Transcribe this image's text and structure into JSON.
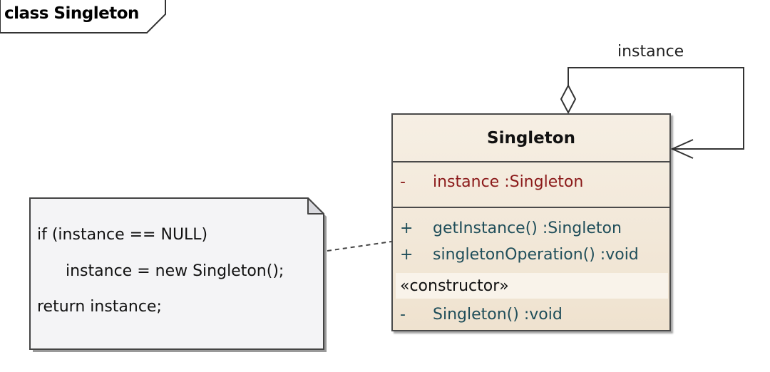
{
  "frame": {
    "label": "class Singleton"
  },
  "association": {
    "label": "instance"
  },
  "class": {
    "name": "Singleton",
    "attributes": [
      {
        "visibility": "-",
        "text": "instance  :Singleton"
      }
    ],
    "operations": [
      {
        "visibility": "+",
        "text": "getInstance()  :Singleton"
      },
      {
        "visibility": "+",
        "text": "singletonOperation()  :void"
      }
    ],
    "constructor_stereotype": "«constructor»",
    "constructors": [
      {
        "visibility": "-",
        "text": "Singleton()  :void"
      }
    ]
  },
  "note": {
    "lines": [
      "if (instance == NULL)",
      "instance = new Singleton();",
      "return instance;"
    ]
  },
  "colors": {
    "class_fill": "#f3e9da",
    "attribute_text": "#8b1a1a",
    "operation_text": "#1f4e5a",
    "note_fill": "#f4f4f6",
    "border": "#4a4a4a"
  }
}
